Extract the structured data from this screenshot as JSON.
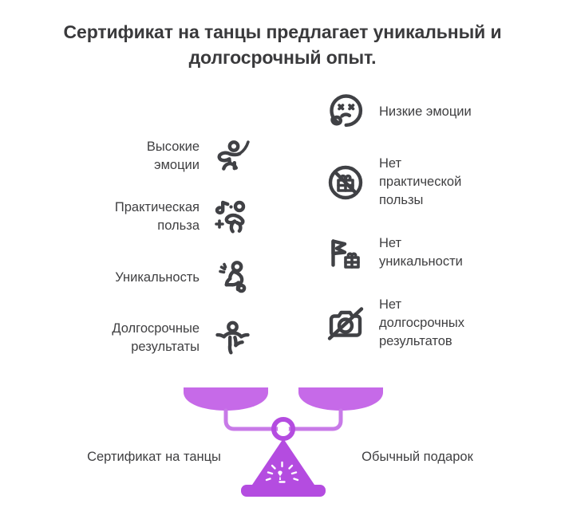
{
  "title": "Сертификат на танцы предлагает уникальный и долгосрочный опыт.",
  "colors": {
    "text": "#3f3f41",
    "title": "#3a3a3c",
    "icon_stroke": "#404145",
    "scale_pan": "#c66ae8",
    "scale_beam": "#c87ae8",
    "scale_base": "#b44ce0",
    "background": "#ffffff"
  },
  "left_column": {
    "items": [
      {
        "label": "Высокие\nэмоции",
        "icon": "dancing-person-ribbon-icon"
      },
      {
        "label": "Практическая\nпольза",
        "icon": "music-note-plus-person-icon"
      },
      {
        "label": "Уникальность",
        "icon": "breakdancing-person-icon"
      },
      {
        "label": "Долгосрочные\nрезультаты",
        "icon": "person-arms-raised-icon"
      }
    ]
  },
  "right_column": {
    "items": [
      {
        "label": "Низкие эмоции",
        "icon": "thinking-sad-face-icon"
      },
      {
        "label": "Нет\nпрактической\nпользы",
        "icon": "no-gift-box-icon"
      },
      {
        "label": "Нет\nуникальности",
        "icon": "flag-gift-box-icon"
      },
      {
        "label": "Нет\nдолгосрочных\nрезультатов",
        "icon": "no-camera-icon"
      }
    ]
  },
  "scale": {
    "left_label": "Сертификат на танцы",
    "right_label": "Обычный подарок",
    "icon": "balance-scale-icon",
    "fulcrum_icon": "lightbulb-icon"
  }
}
